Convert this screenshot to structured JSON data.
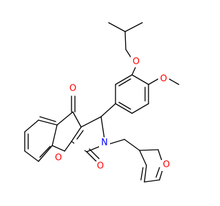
{
  "structure": {
    "atom_labels": {
      "ether_o_top": "O",
      "methoxy_o": "O",
      "ketone_o": "O",
      "chromene_o": "O",
      "lactam_n": "N",
      "lactam_o": "O",
      "furan_o": "O"
    },
    "colors": {
      "bond": "#000000",
      "oxygen": "#ff0000",
      "nitrogen": "#0000ff",
      "background": "#ffffff"
    }
  }
}
